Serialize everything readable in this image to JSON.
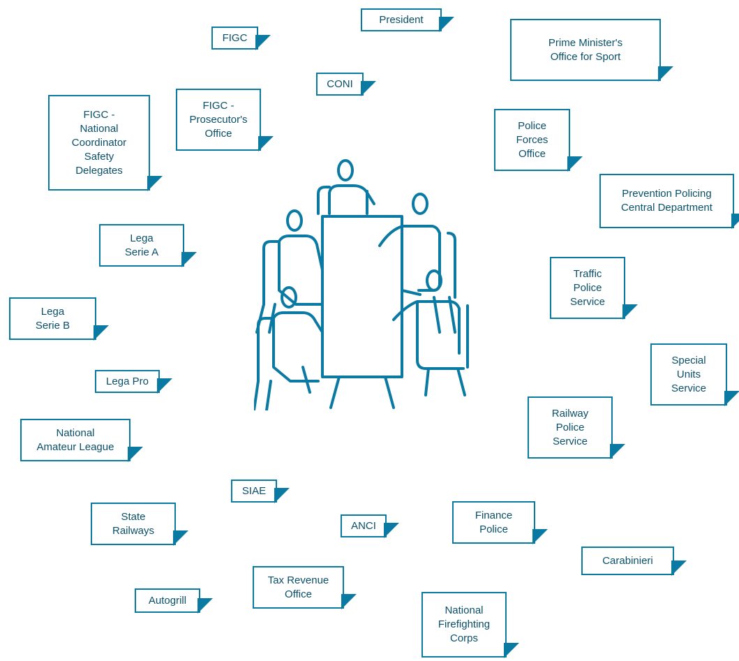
{
  "colors": {
    "accent": "#0a7aa2",
    "text": "#0a4f68",
    "background": "#ffffff"
  },
  "center_illustration": {
    "icon": "meeting-table-people-icon"
  },
  "labels": [
    {
      "id": "president",
      "text": "President"
    },
    {
      "id": "figc",
      "text": "FIGC"
    },
    {
      "id": "pm-office-sport",
      "text": "Prime Minister's\nOffice for Sport"
    },
    {
      "id": "coni",
      "text": "CONI"
    },
    {
      "id": "figc-prosecutor",
      "text": "FIGC -\nProsecutor's\nOffice"
    },
    {
      "id": "figc-coordinator",
      "text": "FIGC -\nNational\nCoordinator\nSafety\nDelegates"
    },
    {
      "id": "police-forces",
      "text": "Police\nForces\nOffice"
    },
    {
      "id": "prevention-policing",
      "text": "Prevention Policing\nCentral Department"
    },
    {
      "id": "lega-serie-a",
      "text": "Lega\nSerie A"
    },
    {
      "id": "traffic-police",
      "text": "Traffic\nPolice\nService"
    },
    {
      "id": "lega-serie-b",
      "text": "Lega\nSerie B"
    },
    {
      "id": "special-units",
      "text": "Special\nUnits\nService"
    },
    {
      "id": "lega-pro",
      "text": "Lega Pro"
    },
    {
      "id": "railway-police",
      "text": "Railway\nPolice\nService"
    },
    {
      "id": "national-amateur",
      "text": "National\nAmateur League"
    },
    {
      "id": "siae",
      "text": "SIAE"
    },
    {
      "id": "state-railways",
      "text": "State\nRailways"
    },
    {
      "id": "anci",
      "text": "ANCI"
    },
    {
      "id": "finance-police",
      "text": "Finance\nPolice"
    },
    {
      "id": "carabinieri",
      "text": "Carabinieri"
    },
    {
      "id": "tax-revenue",
      "text": "Tax Revenue\nOffice"
    },
    {
      "id": "autogrill",
      "text": "Autogrill"
    },
    {
      "id": "firefighting",
      "text": "National\nFirefighting\nCorps"
    }
  ]
}
